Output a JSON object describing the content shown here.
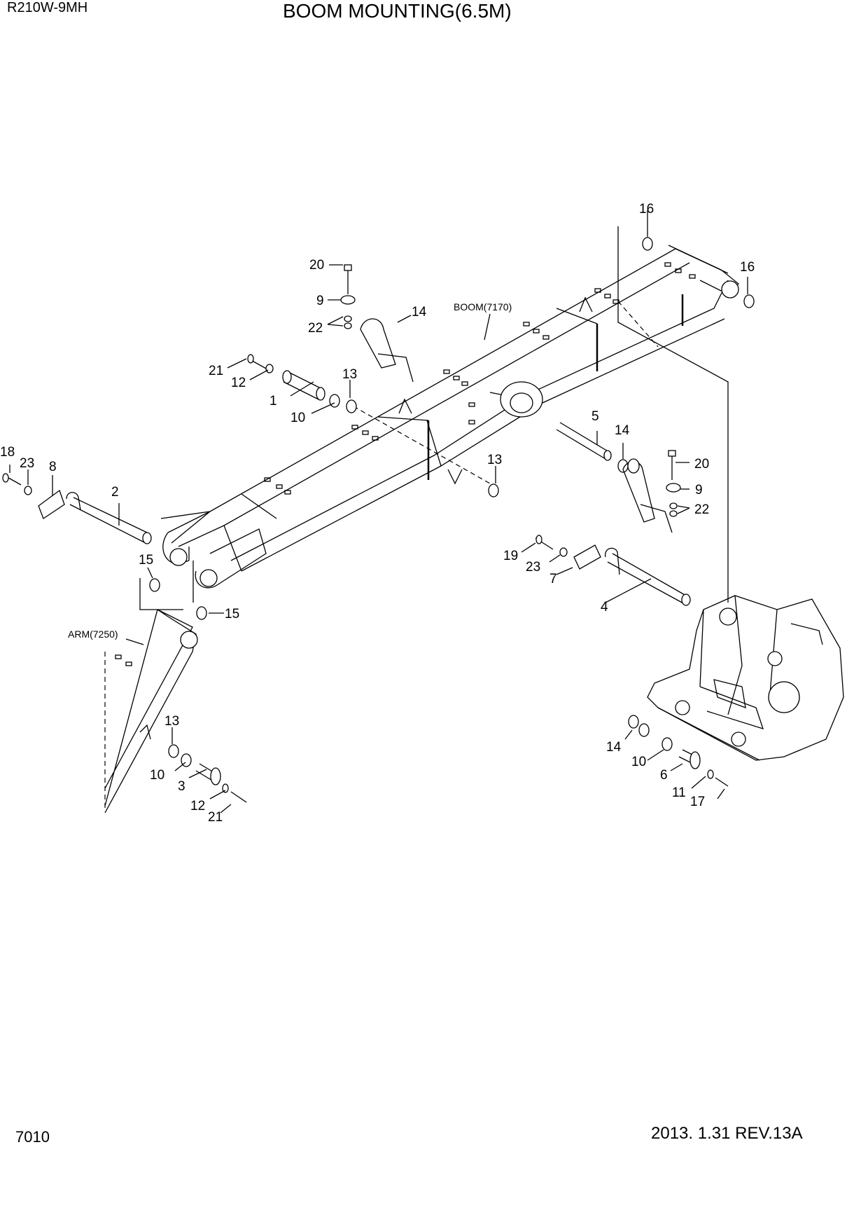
{
  "header": {
    "model": "R210W-9MH",
    "title": "BOOM MOUNTING(6.5M)"
  },
  "footer": {
    "page_number": "7010",
    "revision": "2013. 1.31  REV.13A"
  },
  "references": {
    "boom": "BOOM(7170)",
    "arm": "ARM(7250)"
  },
  "callouts": [
    "1",
    "2",
    "3",
    "4",
    "5",
    "6",
    "7",
    "8",
    "9",
    "9",
    "10",
    "10",
    "10",
    "11",
    "12",
    "12",
    "13",
    "13",
    "13",
    "14",
    "14",
    "14",
    "15",
    "15",
    "16",
    "16",
    "17",
    "18",
    "19",
    "20",
    "20",
    "21",
    "21",
    "22",
    "22",
    "23",
    "23"
  ]
}
